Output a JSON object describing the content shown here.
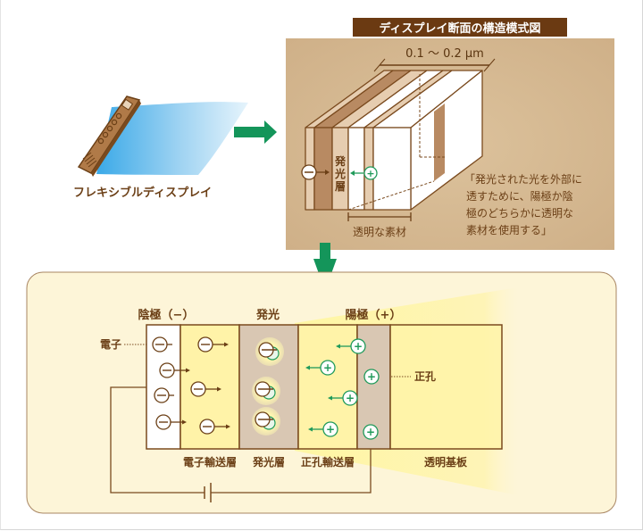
{
  "flexible_display": {
    "label": "フレキシブルディスプレイ"
  },
  "cross_section": {
    "title": "ディスプレイ断面の構造模式図",
    "thickness": "0.1 ～ 0.2 μm",
    "emission_layer": "発光層",
    "transparent_material": "透明な素材",
    "note_lines": [
      "「発光された光を外部に",
      "透すために、陽極か陰",
      "極のどちらかに透明な",
      "素材を使用する」"
    ]
  },
  "mechanism": {
    "cathode": "陰極（−）",
    "emission": "発光",
    "anode": "陽極（+）",
    "electron": "電子",
    "hole": "正孔",
    "layers": [
      "電子輸送層",
      "発光層",
      "正孔輸送層",
      "透明基板"
    ]
  },
  "colors": {
    "brown": "#7a4a1e",
    "green_arrow": "#14955a",
    "hole_green": "#1f9a5a",
    "panel_bg": "#fdf5d8",
    "yellow_layer": "#fff3a8",
    "emission_layer_bg": "#d9c7b3"
  }
}
